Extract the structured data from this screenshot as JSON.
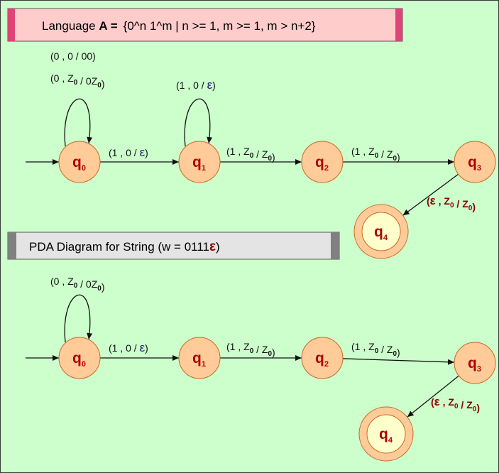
{
  "colors": {
    "background": "#ccffcc",
    "state_fill": "#ffcc99",
    "state_stroke": "#cc6622",
    "accept_inner": "#ffffcc",
    "state_label": "#b00000",
    "edge": "#111111",
    "banner_pink": "#ffcccc",
    "banner_pink_cap": "#dd4477",
    "banner_gray": "#e4e4e4",
    "banner_gray_cap": "#808080"
  },
  "language_banner": {
    "prefix": "Language ",
    "bold": "A =",
    "definition": "{0^n 1^m | n >= 1, m >= 1, m > n+2}"
  },
  "pda_banner": {
    "prefix": "PDA Diagram for String (w = 0111",
    "epsilon": "ε",
    "suffix": ")"
  },
  "diagrams": [
    {
      "id": "language-pda",
      "states": [
        {
          "id": "q0",
          "base": "q",
          "sub": "0"
        },
        {
          "id": "q1",
          "base": "q",
          "sub": "1"
        },
        {
          "id": "q2",
          "base": "q",
          "sub": "2"
        },
        {
          "id": "q3",
          "base": "q",
          "sub": "3"
        },
        {
          "id": "q4",
          "base": "q",
          "sub": "4",
          "accepting": true
        }
      ],
      "transitions": [
        {
          "from": "q0",
          "to": "q0",
          "labels": [
            "(0 , 0 / 00)",
            "(0 , Z0 / 0Z0)"
          ]
        },
        {
          "from": "q0",
          "to": "q1",
          "labels": [
            "(1 , 0 / ε)"
          ]
        },
        {
          "from": "q1",
          "to": "q1",
          "labels": [
            "(1 , 0 / ε)"
          ]
        },
        {
          "from": "q1",
          "to": "q2",
          "labels": [
            "(1 , Z0 / Z0)"
          ]
        },
        {
          "from": "q2",
          "to": "q3",
          "labels": [
            "(1 , Z0 / Z0)"
          ]
        },
        {
          "from": "q3",
          "to": "q4",
          "labels": [
            "(ε , Z0 / Z0)"
          ]
        }
      ]
    },
    {
      "id": "string-pda",
      "states": [
        {
          "id": "q0",
          "base": "q",
          "sub": "0"
        },
        {
          "id": "q1",
          "base": "q",
          "sub": "1"
        },
        {
          "id": "q2",
          "base": "q",
          "sub": "2"
        },
        {
          "id": "q3",
          "base": "q",
          "sub": "3"
        },
        {
          "id": "q4",
          "base": "q",
          "sub": "4",
          "accepting": true
        }
      ],
      "transitions": [
        {
          "from": "q0",
          "to": "q0",
          "labels": [
            "(0 , Z0 / 0Z0)"
          ]
        },
        {
          "from": "q0",
          "to": "q1",
          "labels": [
            "(1 , 0 / ε)"
          ]
        },
        {
          "from": "q1",
          "to": "q2",
          "labels": [
            "(1 , Z0 / Z0)"
          ]
        },
        {
          "from": "q2",
          "to": "q3",
          "labels": [
            "(1 , Z0 / Z0)"
          ]
        },
        {
          "from": "q3",
          "to": "q4",
          "labels": [
            "(ε , Z0 / Z0)"
          ]
        }
      ]
    }
  ]
}
